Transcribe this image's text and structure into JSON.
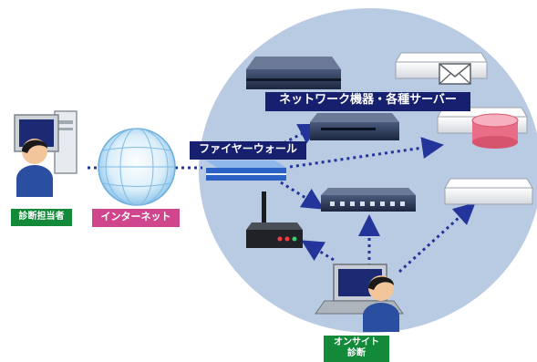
{
  "labels": {
    "network_servers": "ネットワーク機器・各種サーバー",
    "firewall": "ファイヤーウォール",
    "internet": "インターネット",
    "diagnostician": "診断担当者",
    "onsite_line1": "オンサイト",
    "onsite_line2": "診断"
  },
  "colors": {
    "network_area": "#b9cbe3",
    "navy_label": "#16206e",
    "green_label": "#138a3a",
    "pink_label": "#d0468c",
    "dotted_line": "#23349a"
  }
}
